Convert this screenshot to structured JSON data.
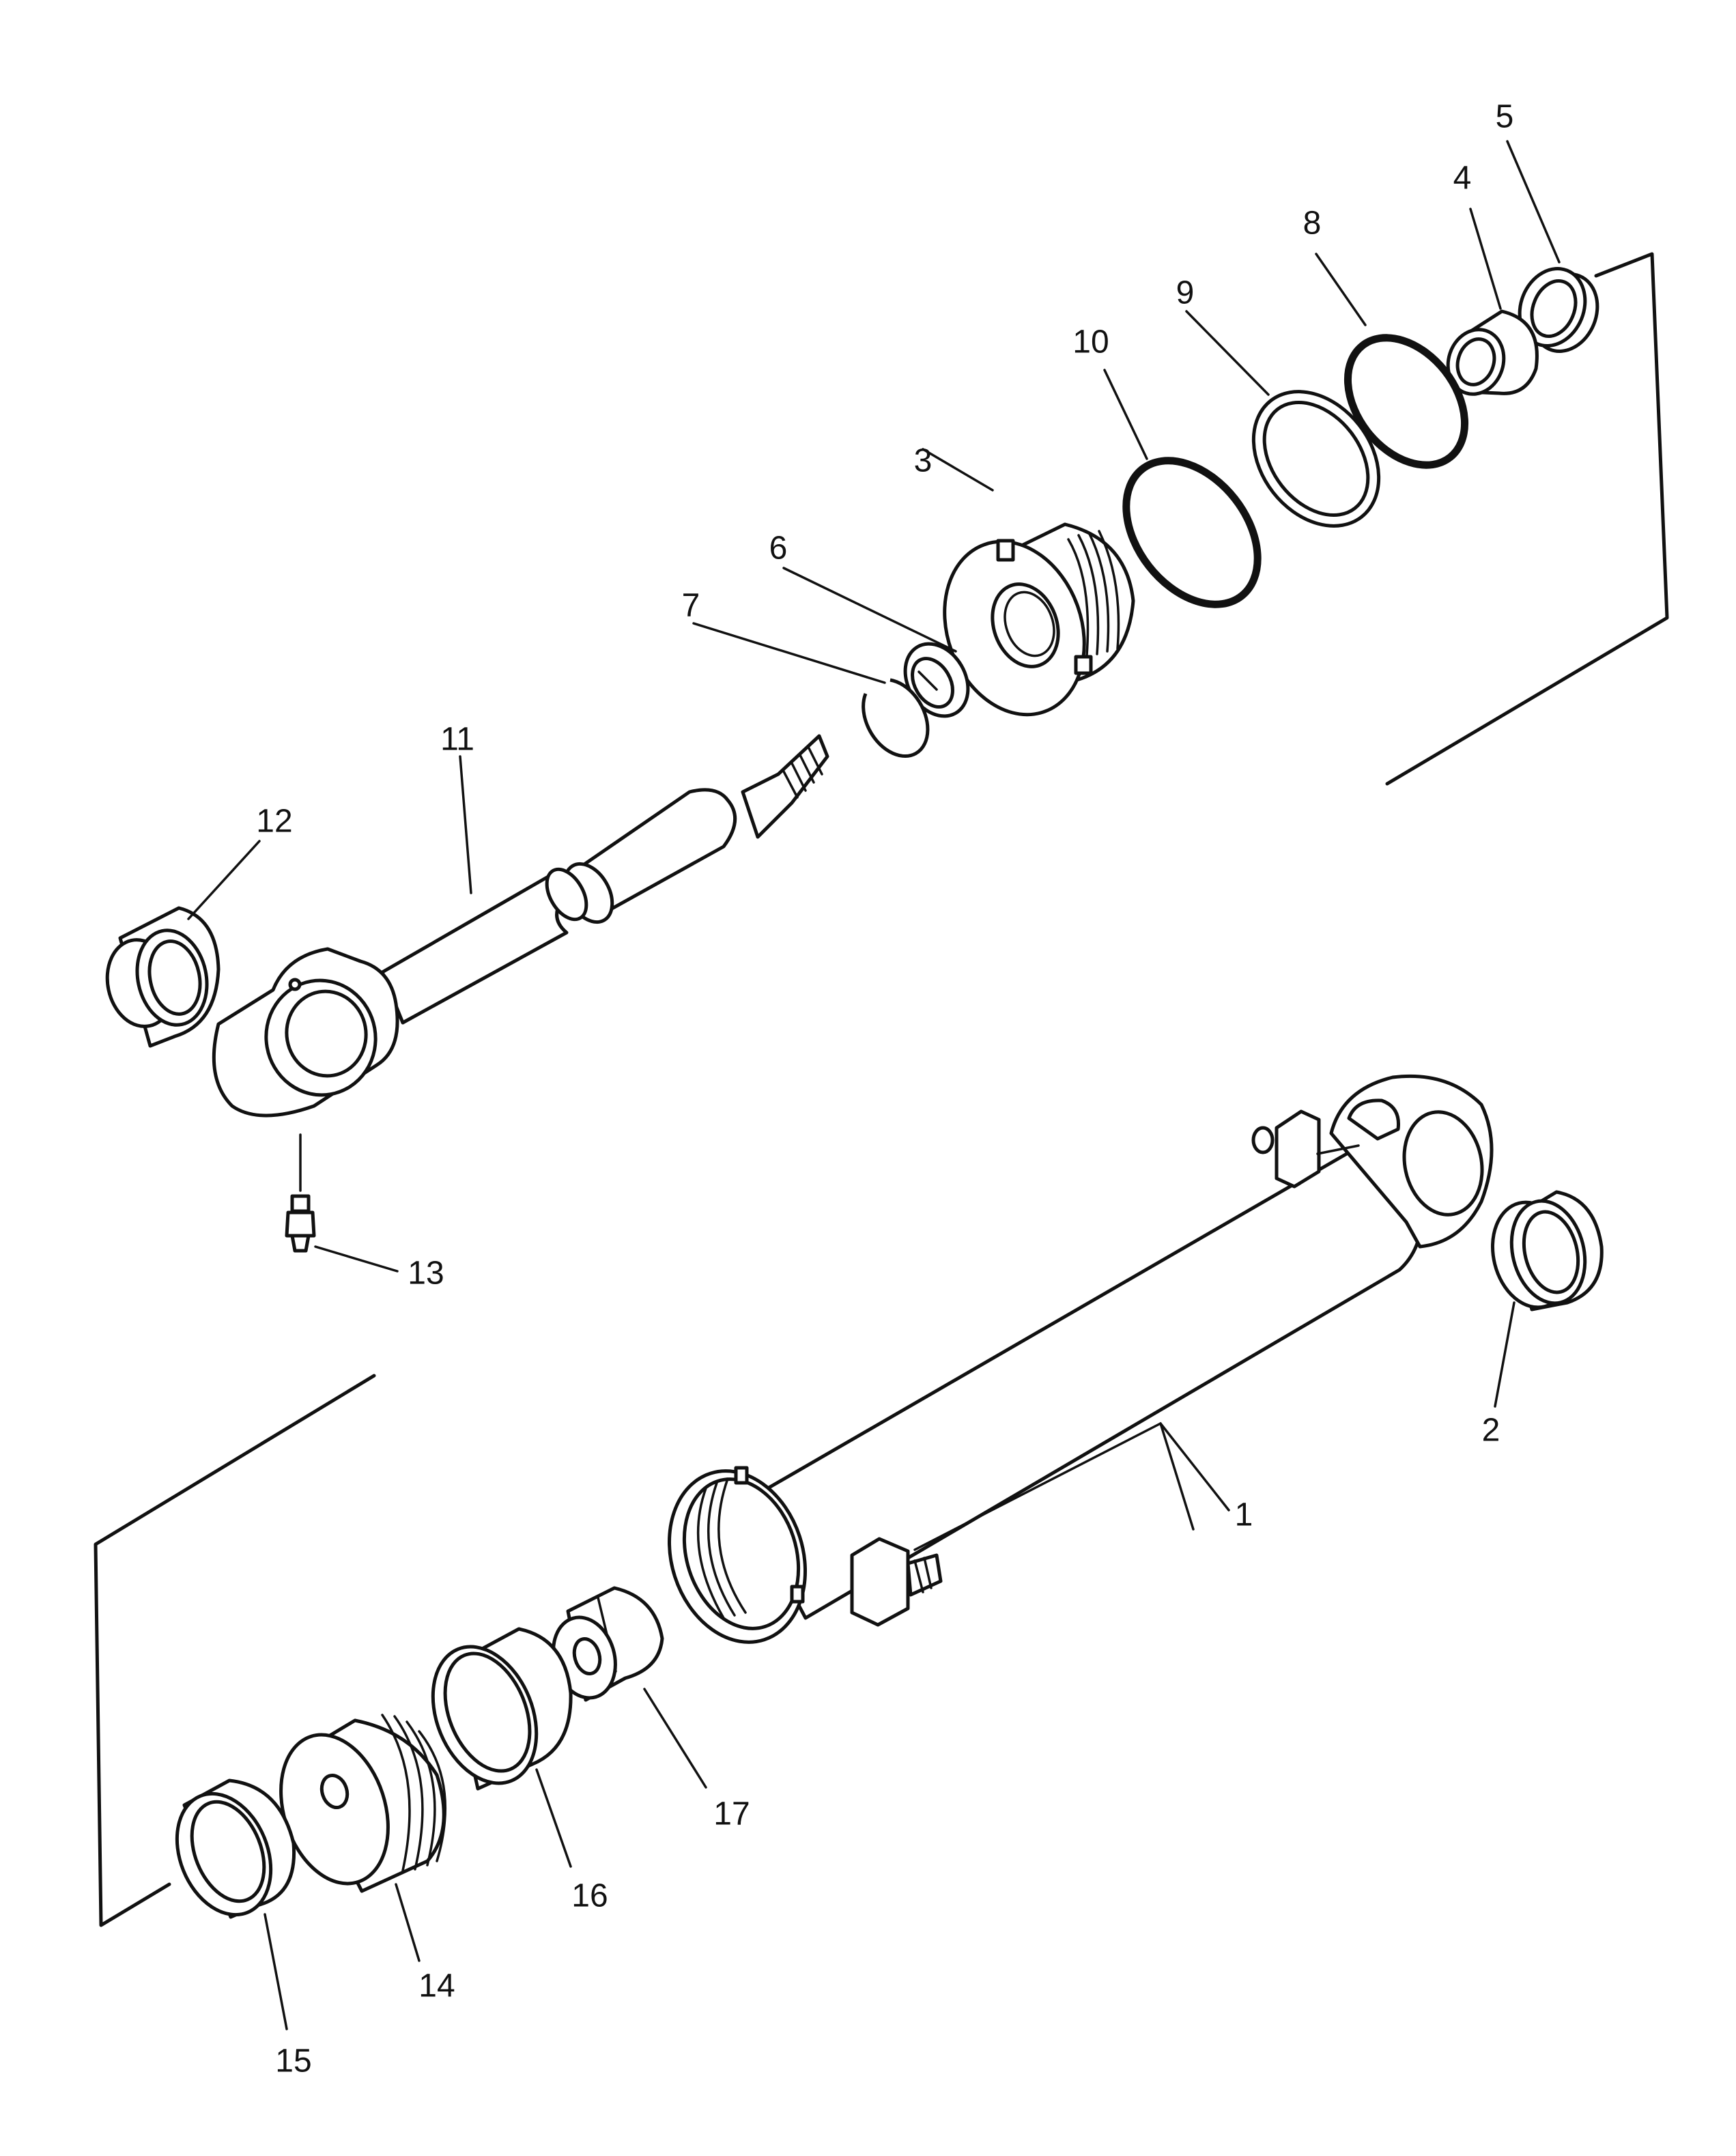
{
  "callouts": [
    {
      "id": "1",
      "text": "1"
    },
    {
      "id": "2",
      "text": "2"
    },
    {
      "id": "3",
      "text": "3"
    },
    {
      "id": "4",
      "text": "4"
    },
    {
      "id": "5",
      "text": "5"
    },
    {
      "id": "6",
      "text": "6"
    },
    {
      "id": "7",
      "text": "7"
    },
    {
      "id": "8",
      "text": "8"
    },
    {
      "id": "9",
      "text": "9"
    },
    {
      "id": "10",
      "text": "10"
    },
    {
      "id": "11",
      "text": "11"
    },
    {
      "id": "12",
      "text": "12"
    },
    {
      "id": "13",
      "text": "13"
    },
    {
      "id": "14",
      "text": "14"
    },
    {
      "id": "15",
      "text": "15"
    },
    {
      "id": "16",
      "text": "16"
    },
    {
      "id": "17",
      "text": "17"
    }
  ],
  "parts": [
    {
      "id": "1",
      "icon": "cylinder-tube-icon"
    },
    {
      "id": "2",
      "icon": "bushing-icon"
    },
    {
      "id": "3",
      "icon": "cylinder-head-icon"
    },
    {
      "id": "4",
      "icon": "bushing-icon"
    },
    {
      "id": "5",
      "icon": "dust-seal-icon"
    },
    {
      "id": "6",
      "icon": "rod-seal-icon"
    },
    {
      "id": "7",
      "icon": "snap-ring-icon"
    },
    {
      "id": "8",
      "icon": "o-ring-icon"
    },
    {
      "id": "9",
      "icon": "backup-ring-icon"
    },
    {
      "id": "10",
      "icon": "o-ring-icon"
    },
    {
      "id": "11",
      "icon": "piston-rod-icon"
    },
    {
      "id": "12",
      "icon": "bushing-icon"
    },
    {
      "id": "13",
      "icon": "grease-fitting-icon"
    },
    {
      "id": "14",
      "icon": "piston-icon"
    },
    {
      "id": "15",
      "icon": "piston-ring-icon"
    },
    {
      "id": "16",
      "icon": "wear-ring-icon"
    },
    {
      "id": "17",
      "icon": "nut-icon"
    }
  ]
}
